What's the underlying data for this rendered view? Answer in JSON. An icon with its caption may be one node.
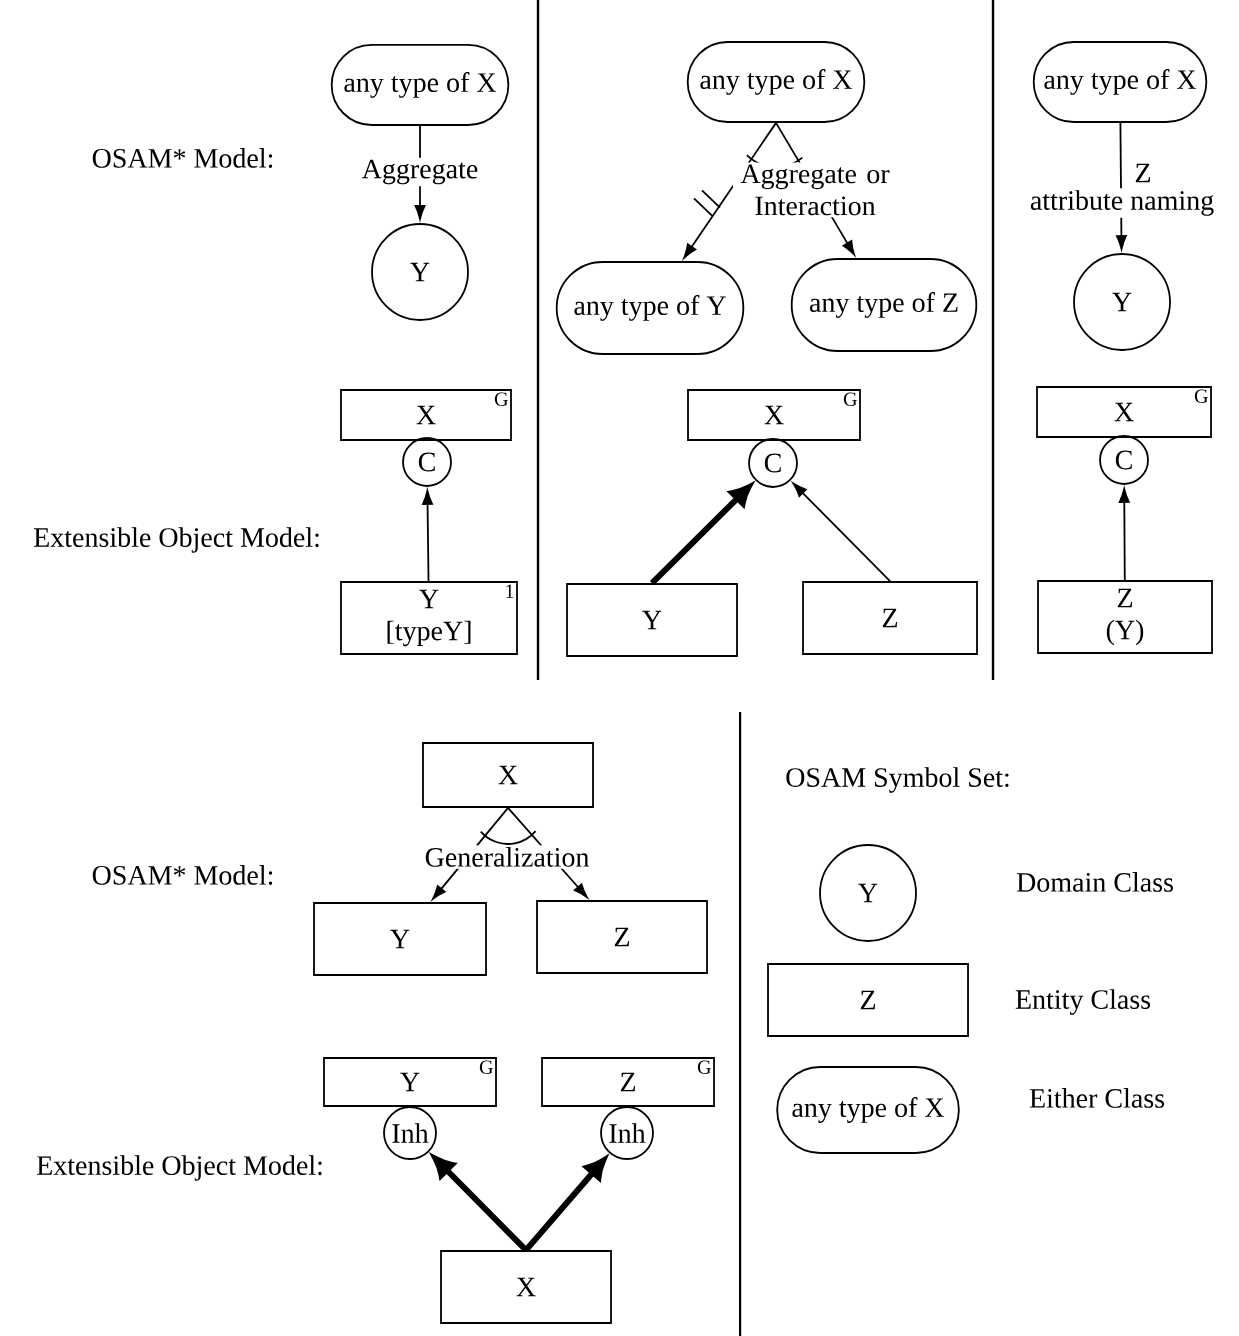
{
  "diagram": {
    "nodes": [
      {
        "text": [
          "any type of X"
        ]
      },
      {
        "text": [
          "Y"
        ]
      },
      {
        "text": [
          "X",
          "G"
        ]
      },
      {
        "text": [
          "C"
        ]
      },
      {
        "text": [
          "Y [typeY]",
          "1"
        ]
      },
      {
        "text": [
          "any type of X"
        ]
      },
      {
        "text": [
          "any type of Y"
        ]
      },
      {
        "text": [
          "any type of Z"
        ]
      },
      {
        "text": [
          "X",
          "G"
        ]
      },
      {
        "text": [
          "C"
        ]
      },
      {
        "text": [
          "Y"
        ]
      },
      {
        "text": [
          "Z"
        ]
      },
      {
        "text": [
          "any type of X"
        ]
      },
      {
        "text": [
          "Y"
        ]
      },
      {
        "text": [
          "X",
          "G"
        ]
      },
      {
        "text": [
          "C"
        ]
      },
      {
        "text": [
          "Z (Y)"
        ]
      },
      {
        "text": [
          "X"
        ]
      },
      {
        "text": [
          "Y"
        ]
      },
      {
        "text": [
          "Z"
        ]
      },
      {
        "text": [
          "Y",
          "G"
        ]
      },
      {
        "text": [
          "Inh"
        ]
      },
      {
        "text": [
          "Z",
          "G"
        ]
      },
      {
        "text": [
          "Inh"
        ]
      },
      {
        "text": [
          "X"
        ]
      },
      {
        "text": [
          "Y"
        ],
        "beside": [
          "Domain Class"
        ]
      },
      {
        "text": [
          "Z"
        ],
        "beside": [
          "Entity Class"
        ]
      },
      {
        "text": [
          "any type of X"
        ],
        "beside": [
          "Either Class"
        ]
      }
    ],
    "edges": [
      {
        "from": 0,
        "to": 1,
        "arrow": "to",
        "label": "Aggregate"
      },
      {
        "from": 4,
        "to": 3,
        "arrow": "to"
      },
      {
        "from": 5,
        "to": 6,
        "arrow": "to",
        "label": "Aggregate or Interaction"
      },
      {
        "from": 5,
        "to": 7,
        "arrow": "to"
      },
      {
        "from": 10,
        "to": 9,
        "arrow": "to",
        "style": "thick"
      },
      {
        "from": 11,
        "to": 9,
        "arrow": "to"
      },
      {
        "from": 12,
        "to": 13,
        "arrow": "to",
        "label": "attribute naming"
      },
      {
        "from": 16,
        "to": 15,
        "arrow": "to"
      },
      {
        "from": 17,
        "to": 18,
        "arrow": "to",
        "label": "Generalization"
      },
      {
        "from": 17,
        "to": 19,
        "arrow": "to"
      },
      {
        "from": 24,
        "to": 21,
        "arrow": "to",
        "style": "thick"
      },
      {
        "from": 24,
        "to": 23,
        "arrow": "to",
        "style": "thick"
      }
    ],
    "labels": [
      "OSAM* Model:",
      "Z",
      "Extensible Object Model:",
      "OSAM* Model:",
      "OSAM Symbol Set:",
      "Extensible Object Model:"
    ]
  }
}
